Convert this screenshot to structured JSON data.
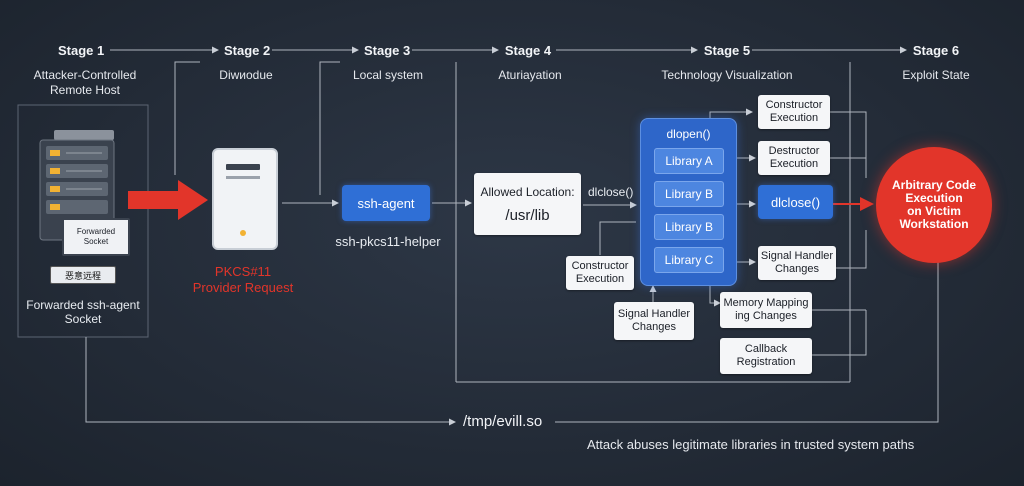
{
  "stages": [
    {
      "title": "Stage 1",
      "sub": "Attacker-Controlled\nRemote Host"
    },
    {
      "title": "Stage 2",
      "sub": "Diwиodue"
    },
    {
      "title": "Stage 3",
      "sub": "Local system"
    },
    {
      "title": "Stage 4",
      "sub": "Aturiayation"
    },
    {
      "title": "Stage 5",
      "sub": "Technology Visualization"
    },
    {
      "title": "Stage 6",
      "sub": "Exploit State"
    }
  ],
  "host": {
    "screen_label": "Forwarded Socket",
    "keyboard_label": "恶意远程",
    "caption": "Forwarded ssh-agent Socket"
  },
  "pkcs": {
    "line1": "PKCS#11",
    "line2": "Provider Request"
  },
  "ssh_agent": {
    "label": "ssh-agent",
    "helper": "ssh-pkcs11-helper"
  },
  "allowed": {
    "label": "Allowed Location:",
    "path": "/usr/lib"
  },
  "dlclose_label": "dlclose()",
  "libpanel": {
    "title": "dlopen()",
    "items": [
      "Library A",
      "Library B",
      "Library B",
      "Library C"
    ]
  },
  "constructor_left": "Constructor\nExecution",
  "signal_bottom": "Signal Handler\nChanges",
  "right_boxes": {
    "constructor": "Constructor\nExecution",
    "destructor": "Destructor\nExecution",
    "dlclose": "dlclose()",
    "signal": "Signal Handler\nChanges",
    "memory": "Memory Mapping\ning Changes",
    "callback": "Callback\nRegistration"
  },
  "exploit": "Arbitrary Code\nExecution\non Victim\nWorkstation",
  "tmp_path": "/tmp/evill.so",
  "footer": "Attack abuses legitimate libraries in trusted system paths",
  "colors": {
    "accent_red": "#e2352a",
    "accent_blue": "#2f6fd6",
    "background": "#262e3a"
  }
}
